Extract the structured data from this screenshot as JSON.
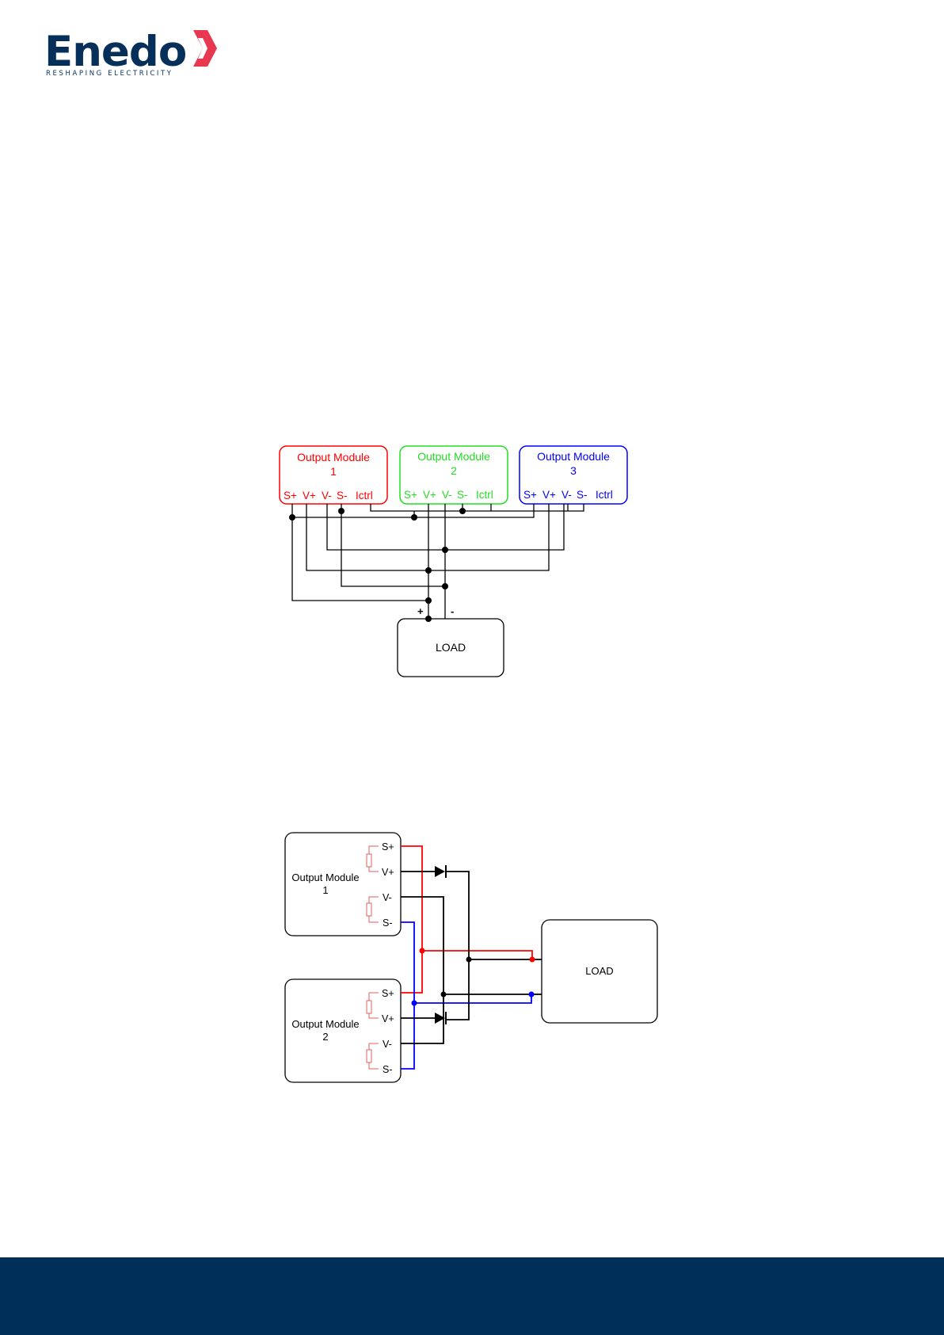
{
  "brand": {
    "name": "Enedo",
    "tagline": "RESHAPING ELECTRICITY",
    "colors": {
      "navy": "#06305a",
      "accent": "#e8384f",
      "footer": "#00305a"
    }
  },
  "diagram1": {
    "modules": [
      {
        "title": "Output Module",
        "number": "1",
        "color": "#ff0000"
      },
      {
        "title": "Output Module",
        "number": "2",
        "color": "#22dd22"
      },
      {
        "title": "Output Module",
        "number": "3",
        "color": "#0000ff"
      }
    ],
    "pins": [
      "S+",
      "V+",
      "V-",
      "S-",
      "Ictrl"
    ],
    "load_label": "LOAD",
    "plus_label": "+",
    "minus_label": "-"
  },
  "diagram2": {
    "modules": [
      {
        "title": "Output Module",
        "number": "1"
      },
      {
        "title": "Output Module",
        "number": "2"
      }
    ],
    "pins": [
      "S+",
      "V+",
      "V-",
      "S-"
    ],
    "load_label": "LOAD",
    "colors": {
      "sense_plus": "#ff0000",
      "sense_minus": "#0000ff",
      "wire": "#000000",
      "resistor": "#e06060"
    }
  }
}
